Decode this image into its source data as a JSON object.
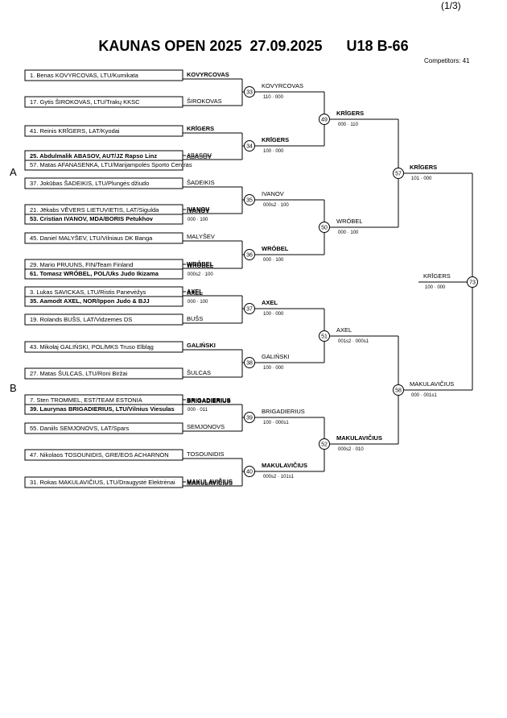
{
  "page": "(1/3)",
  "title": "KAUNAS OPEN 2025  27.09.2025      U18 B-66",
  "competitors": "Competitors: 41",
  "pools": [
    "A",
    "B"
  ],
  "athletes": [
    {
      "text": "1. Benas KOVYRCOVAS, LTU/Kumikata",
      "bold": false
    },
    {
      "text": "17. Gytis ŠIROKOVAS, LTU/Trakų KKSC",
      "bold": false
    },
    {
      "text": "41. Reinis KRĪGERS, LAT/Kyodai",
      "bold": false
    },
    {
      "text": "25. Abdulmalik ABASOV, AUT/JZ Rapso Linz",
      "bold": true
    },
    {
      "text": "57. Matas AFANASENKA, LTU/Marijampolės Sporto Centras",
      "bold": false
    },
    {
      "text": "37. Jokūbas ŠADEIKIS, LTU/Plungės džiudo",
      "bold": false
    },
    {
      "text": "21. Jēkabs VĒVERS LIETUVIETIS, LAT/Sigulda",
      "bold": false
    },
    {
      "text": "53. Cristian IVANOV, MDA/BORIS Petukhov",
      "bold": true
    },
    {
      "text": "45. Daniel MALYŠEV, LTU/Vilniaus DK Banga",
      "bold": false
    },
    {
      "text": "29. Mario PRUUNS, FIN/Team Finland",
      "bold": false
    },
    {
      "text": "61. Tomasz WRÓBEL, POL/Uks Judo Ikizama",
      "bold": true
    },
    {
      "text": "3. Lukas SAVICKAS, LTU/Ristis Panevėžys",
      "bold": false
    },
    {
      "text": "35. Aamodt AXEL, NOR/Ippon Judo & BJJ",
      "bold": true
    },
    {
      "text": "19. Rolands BUŠS, LAT/Vidzemes DS",
      "bold": false
    },
    {
      "text": "43. Mikołaj GALIŃSKI, POL/MKS Truso Elbląg",
      "bold": false
    },
    {
      "text": "27. Matas ŠULCAS, LTU/Roni Biržai",
      "bold": false
    },
    {
      "text": "7. Sten TROMMEL, EST/TEAM ESTONIA",
      "bold": false
    },
    {
      "text": "39. Laurynas BRIGADIERIUS, LTU/Vilnius Viesulas",
      "bold": true
    },
    {
      "text": "55. Daniils SEMJONOVS, LAT/Spars",
      "bold": false
    },
    {
      "text": "47. Nikolaos TOSOUNIDIS, GRE/EOS ACHARNON",
      "bold": false
    },
    {
      "text": "31. Rokas MAKULAVIČIUS, LTU/Draugystė Elektrėnai",
      "bold": false
    }
  ],
  "prelim": [
    {
      "winner": "ABASOV",
      "bold": false,
      "score": ""
    },
    {
      "winner": "IVANOV",
      "bold": true,
      "score": "000 · 100"
    },
    {
      "winner": "WRÓBEL",
      "bold": true,
      "score": "000s2 · 100"
    },
    {
      "winner": "AXEL",
      "bold": true,
      "score": "000 · 100"
    },
    {
      "winner": "BRIGADIERIUS",
      "bold": true,
      "score": "000 · 011"
    },
    {
      "winner": "MAKULAVIČIUS",
      "bold": true,
      "score": ""
    }
  ],
  "r1": [
    {
      "top": "KOVYRCOVAS",
      "top_bold": true,
      "bottom": "ŠIROKOVAS",
      "bottom_bold": false
    },
    {
      "top": "KRĪGERS",
      "top_bold": true,
      "bottom": "ABASOV",
      "bottom_bold": false
    },
    {
      "top": "ŠADEIKIS",
      "top_bold": false,
      "bottom": "IVANOV",
      "bottom_bold": true
    },
    {
      "top": "MALYŠEV",
      "top_bold": false,
      "bottom": "WRÓBEL",
      "bottom_bold": true
    },
    {
      "top": "AXEL",
      "top_bold": true,
      "bottom": "BUŠS",
      "bottom_bold": false
    },
    {
      "top": "GALIŃSKI",
      "top_bold": true,
      "bottom": "ŠULCAS",
      "bottom_bold": false
    },
    {
      "top": "BRIGADIERIUS",
      "top_bold": true,
      "bottom": "SEMJONOVS",
      "bottom_bold": false
    },
    {
      "top": "TOSOUNIDIS",
      "top_bold": false,
      "bottom": "MAKULAVIČIUS",
      "bottom_bold": true
    }
  ],
  "r2": [
    {
      "match": "33",
      "winner": "KOVYRCOVAS",
      "bold": false,
      "score": "110 · 000"
    },
    {
      "match": "34",
      "winner": "KRĪGERS",
      "bold": true,
      "score": "100 · 000"
    },
    {
      "match": "35",
      "winner": "IVANOV",
      "bold": false,
      "score": "000s2 · 100"
    },
    {
      "match": "36",
      "winner": "WRÓBEL",
      "bold": true,
      "score": "000 · 100"
    },
    {
      "match": "37",
      "winner": "AXEL",
      "bold": true,
      "score": "100 · 000"
    },
    {
      "match": "38",
      "winner": "GALIŃSKI",
      "bold": false,
      "score": "100 · 000"
    },
    {
      "match": "39",
      "winner": "BRIGADIERIUS",
      "bold": false,
      "score": "100 · 000s1"
    },
    {
      "match": "40",
      "winner": "MAKULAVIČIUS",
      "bold": true,
      "score": "000s2 · 101s1"
    }
  ],
  "r3": [
    {
      "match": "49",
      "winner": "KRĪGERS",
      "bold": true,
      "score": "000 · 110"
    },
    {
      "match": "50",
      "winner": "WRÓBEL",
      "bold": false,
      "score": "000 · 100"
    },
    {
      "match": "51",
      "winner": "AXEL",
      "bold": false,
      "score": "001s2 · 000s1"
    },
    {
      "match": "52",
      "winner": "MAKULAVIČIUS",
      "bold": true,
      "score": "000s2 · 010"
    }
  ],
  "r4": [
    {
      "match": "57",
      "winner": "KRĪGERS",
      "bold": true,
      "score": "101 · 000"
    },
    {
      "match": "58",
      "winner": "MAKULAVIČIUS",
      "bold": false,
      "score": "000 · 001s1"
    }
  ],
  "final": {
    "match": "73",
    "winner": "KRĪGERS",
    "bold": false,
    "score": "100 · 000"
  }
}
